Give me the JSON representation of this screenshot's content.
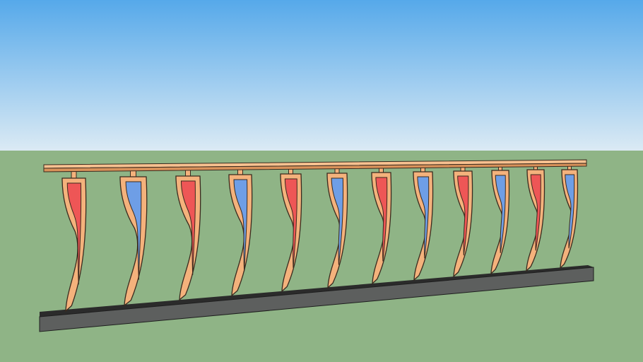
{
  "colors": {
    "sky_top": "#56a9ea",
    "sky_bottom": "#dbeaf4",
    "ground": "#8fb486",
    "frame": "#f4b27c",
    "outline": "#3a2a1e",
    "panel_red": "#ee5656",
    "panel_blue": "#6e9ee6",
    "base_top": "#2b2b2b",
    "base_front": "#5d5f5e"
  },
  "railing": {
    "panel_count": 12,
    "panel_colors": [
      "red",
      "blue",
      "red",
      "blue",
      "red",
      "blue",
      "red",
      "blue",
      "red",
      "blue",
      "red",
      "blue"
    ]
  }
}
